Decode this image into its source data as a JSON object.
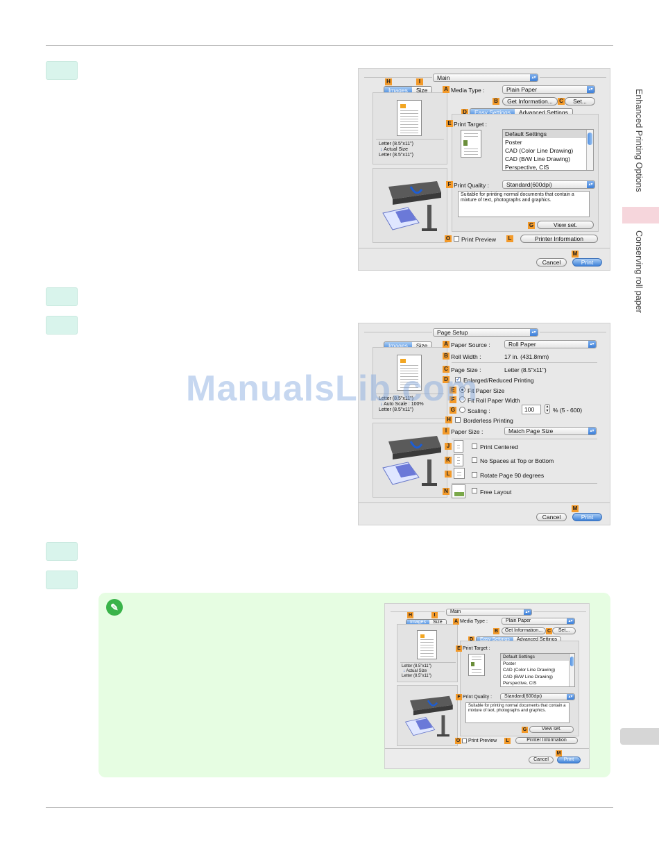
{
  "side_tabs": {
    "enhanced": "Enhanced Printing Options",
    "conserving": "Conserving roll paper"
  },
  "watermark": "ManualsLib.com",
  "badges": {
    "A": "A",
    "B": "B",
    "C": "C",
    "D": "D",
    "E": "E",
    "F": "F",
    "G": "G",
    "H": "H",
    "I": "I",
    "J": "J",
    "K": "K",
    "L": "L",
    "M": "M",
    "N": "N",
    "O": "O"
  },
  "main_dialog": {
    "menu": "Main",
    "tab_images": "Images",
    "tab_size": "Size",
    "media_type_label": "Media Type :",
    "media_type_value": "Plain Paper",
    "get_info_button": "Get Information...",
    "set_button": "Set...",
    "tab_easy": "Easy Settings",
    "tab_advanced": "Advanced Settings",
    "print_target_label": "Print Target :",
    "print_targets": [
      "Default Settings",
      "Poster",
      "CAD (Color Line Drawing)",
      "CAD (B/W Line Drawing)",
      "Perspective, CIS"
    ],
    "paper_line1": "Letter (8.5\"x11\")",
    "paper_line2": "Actual Size",
    "paper_line3": "Letter (8.5\"x11\")",
    "print_quality_label": "Print Quality :",
    "print_quality_value": "Standard(600dpi)",
    "description": "Suitable for printing normal documents that contain a mixture of text, photographs and graphics.",
    "view_set_button": "View set.",
    "print_preview_label": "Print Preview",
    "printer_info_button": "Printer Information",
    "cancel_button": "Cancel",
    "print_button": "Print"
  },
  "page_setup_dialog": {
    "menu": "Page Setup",
    "tab_images": "Images",
    "tab_size": "Size",
    "paper_source_label": "Paper Source :",
    "paper_source_value": "Roll Paper",
    "roll_width_label": "Roll Width :",
    "roll_width_value": "17 in. (431.8mm)",
    "page_size_label": "Page Size :",
    "page_size_value": "Letter (8.5\"x11\")",
    "enlarged_label": "Enlarged/Reduced Printing",
    "fit_paper_label": "Fit Paper Size",
    "fit_roll_label": "Fit Roll Paper Width",
    "scaling_label": "Scaling :",
    "scaling_value": "100",
    "scaling_range": "% (5 - 600)",
    "paper_line1": "Letter (8.5\"x11\")",
    "paper_line2": "Auto Scale : 100%",
    "paper_line3": "Letter (8.5\"x11\")",
    "borderless_label": "Borderless Printing",
    "paper_size_label": "Paper Size :",
    "paper_size_value": "Match Page Size",
    "print_centered_label": "Print Centered",
    "no_spaces_label": "No Spaces at Top or Bottom",
    "rotate_label": "Rotate Page 90 degrees",
    "free_layout_label": "Free Layout",
    "cancel_button": "Cancel",
    "print_button": "Print"
  }
}
